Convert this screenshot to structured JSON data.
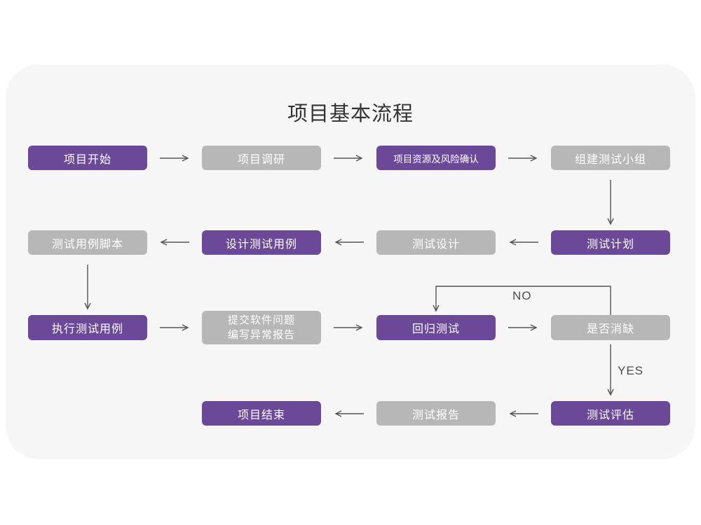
{
  "title": "项目基本流程",
  "colors": {
    "node_purple": "#6b4898",
    "node_gray": "#b7b7b7",
    "card_background": "#f6f6f6",
    "arrow": "#555555",
    "title_text": "#333333",
    "node_text": "#ffffff"
  },
  "flow_labels": {
    "no": "NO",
    "yes": "YES"
  },
  "nodes": {
    "start": {
      "label": "项目开始",
      "variant": "purple"
    },
    "research": {
      "label": "项目调研",
      "variant": "gray"
    },
    "risk": {
      "label": "项目资源及风险确认",
      "variant": "purple"
    },
    "team": {
      "label": "组建测试小组",
      "variant": "gray"
    },
    "script": {
      "label": "测试用例脚本",
      "variant": "gray"
    },
    "case_design": {
      "label": "设计测试用例",
      "variant": "purple"
    },
    "design": {
      "label": "测试设计",
      "variant": "gray"
    },
    "plan": {
      "label": "测试计划",
      "variant": "purple"
    },
    "execute": {
      "label": "执行测试用例",
      "variant": "purple"
    },
    "issue": {
      "label": "提交软件问题\n编写异常报告",
      "variant": "gray"
    },
    "regression": {
      "label": "回归测试",
      "variant": "purple"
    },
    "defect": {
      "label": "是否消缺",
      "variant": "gray"
    },
    "end": {
      "label": "项目结束",
      "variant": "purple"
    },
    "report": {
      "label": "测试报告",
      "variant": "gray"
    },
    "evaluate": {
      "label": "测试评估",
      "variant": "purple"
    }
  }
}
